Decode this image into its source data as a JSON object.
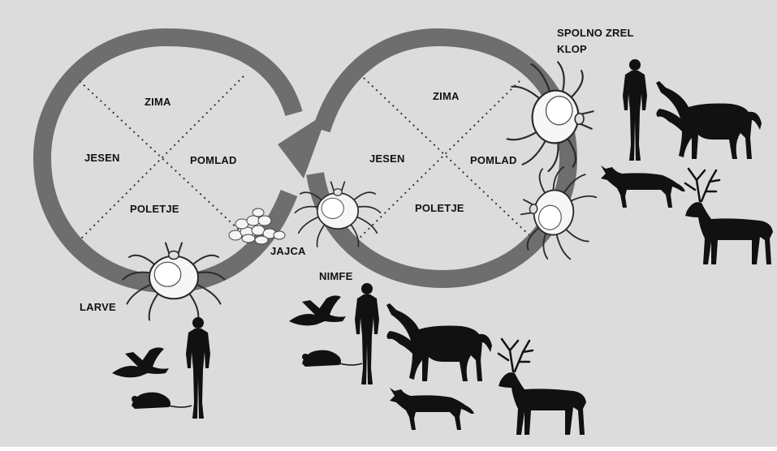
{
  "left_loop": {
    "zima": "ZIMA",
    "jesen": "JESEN",
    "pomlad": "POMLAD",
    "poletje": "POLETJE"
  },
  "right_loop": {
    "zima": "ZIMA",
    "jesen": "JESEN",
    "pomlad": "POMLAD",
    "poletje": "POLETJE"
  },
  "stages": {
    "adult_line1": "SPOLNO ZREL",
    "adult_line2": "KLOP",
    "eggs": "JAJCA",
    "nymph": "NIMFE",
    "larva": "LARVE"
  },
  "colors": {
    "background": "#dcdcdc",
    "arrow": "#6e6e6e",
    "silhouette": "#111111",
    "tick_body": "#f6f6f6"
  },
  "icons": [
    "tick-icon",
    "egg-cluster-icon",
    "human-icon",
    "horse-icon",
    "dog-icon",
    "deer-icon",
    "bird-icon",
    "mouse-icon"
  ]
}
